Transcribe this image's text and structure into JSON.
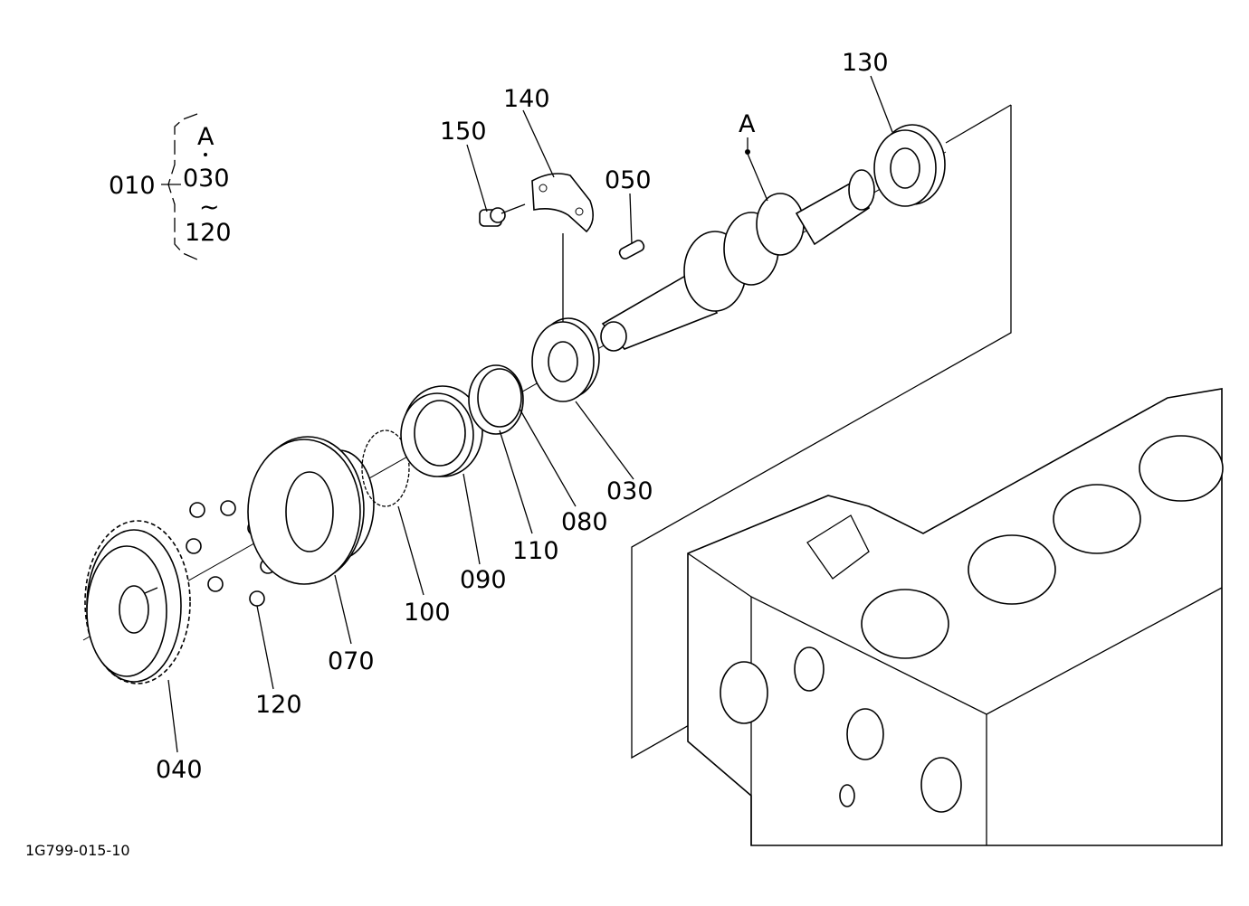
{
  "group_bracket": {
    "parent_label": "010",
    "top_label": "A",
    "from_label": "030",
    "tilde": "~",
    "to_label": "120"
  },
  "callouts": {
    "p130": "130",
    "p140": "140",
    "p150": "150",
    "p050": "050",
    "pA": "A",
    "p030": "030",
    "p080": "080",
    "p110": "110",
    "p090": "090",
    "p100": "100",
    "p070": "070",
    "p120": "120",
    "p040": "040"
  },
  "drawing_code": "1G799-015-10"
}
